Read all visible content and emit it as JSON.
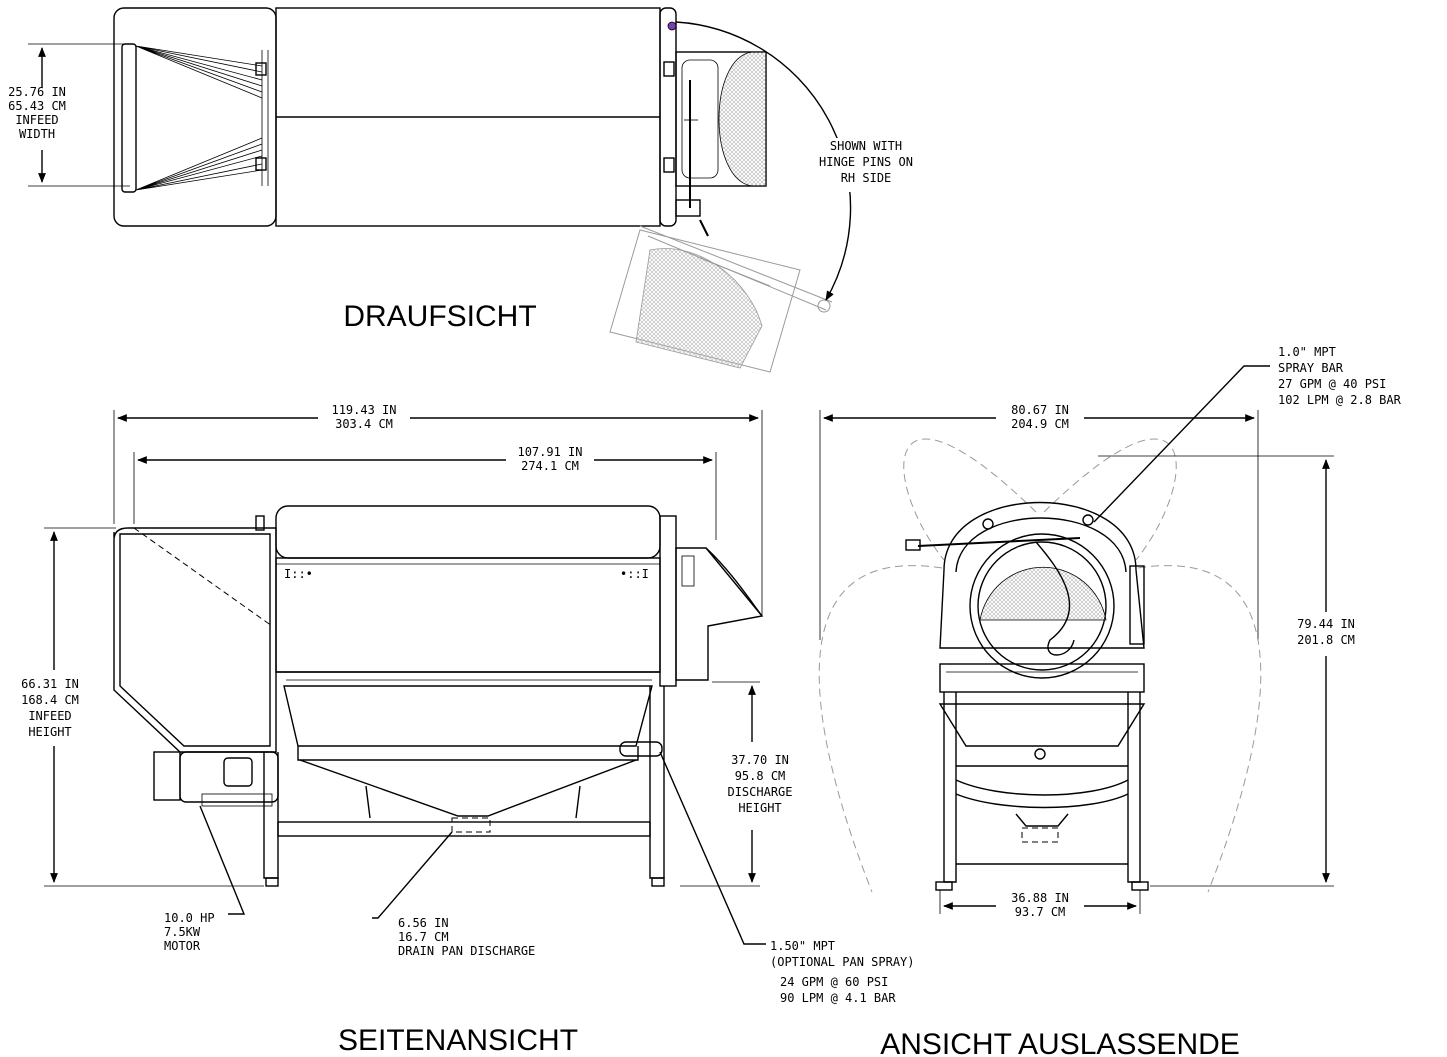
{
  "views": {
    "top": {
      "title": "DRAUFSICHT",
      "infeed_width": [
        "25.76 IN",
        "65.43 CM",
        "INFEED",
        "WIDTH"
      ],
      "hinge_note": [
        "SHOWN WITH",
        "HINGE PINS ON",
        "RH SIDE"
      ]
    },
    "side": {
      "title": "SEITENANSICHT",
      "overall_length": [
        "119.43 IN",
        "303.4 CM"
      ],
      "drum_length": [
        "107.91 IN",
        "274.1 CM"
      ],
      "infeed_height": [
        "66.31 IN",
        "168.4 CM",
        "INFEED",
        "HEIGHT"
      ],
      "discharge_height": [
        "37.70 IN",
        "95.8 CM",
        "DISCHARGE",
        "HEIGHT"
      ],
      "motor": [
        "10.0 HP",
        "7.5KW",
        "MOTOR"
      ],
      "drain": [
        "6.56 IN",
        "16.7 CM",
        "DRAIN PAN DISCHARGE"
      ],
      "pan_spray": [
        "1.50\" MPT",
        "(OPTIONAL PAN SPRAY)",
        "24 GPM @ 60 PSI",
        "90 LPM @ 4.1 BAR"
      ]
    },
    "end": {
      "title": "ANSICHT AUSLASSENDE",
      "overall_width": [
        "80.67 IN",
        "204.9 CM"
      ],
      "overall_height": [
        "79.44 IN",
        "201.8 CM"
      ],
      "base_width": [
        "36.88 IN",
        "93.7 CM"
      ],
      "spray_bar": [
        "1.0\" MPT",
        "SPRAY BAR",
        "27 GPM @ 40 PSI",
        "102 LPM @ 2.8 BAR"
      ]
    }
  },
  "colors": {
    "line": "#000000",
    "ghost": "#9a9a9a",
    "mesh": "#b8b8b8",
    "accent": "#7b3fb0"
  }
}
